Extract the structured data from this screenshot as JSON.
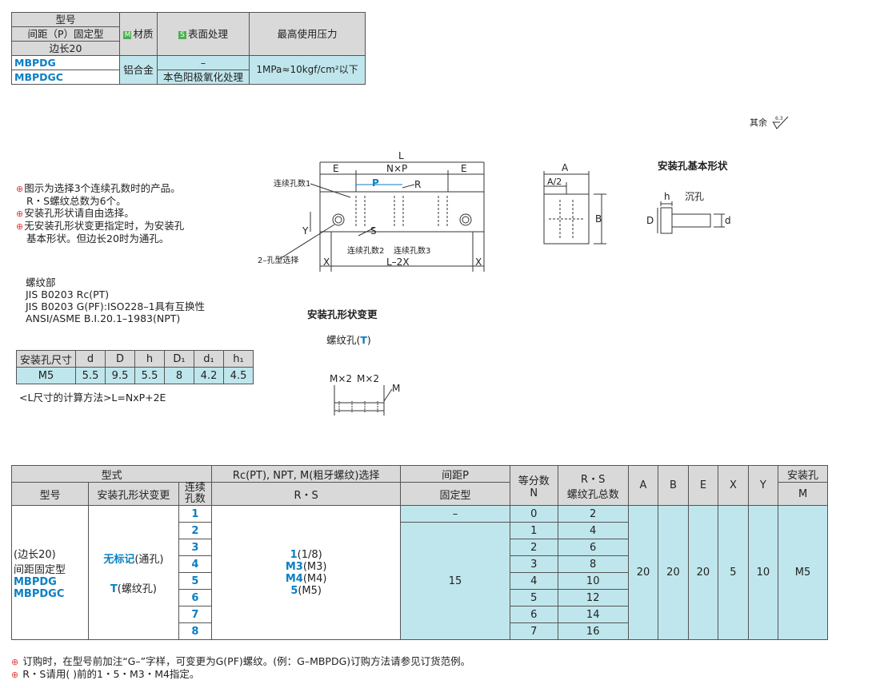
{
  "top_table": {
    "h_model": "型号",
    "h_pitch_fixed": "间距（P）固定型",
    "h_side20": "边长20",
    "h_material_mark": "M",
    "h_material": "材质",
    "h_surface_mark": "S",
    "h_surface": "表面处理",
    "h_pressure": "最高使用压力",
    "rows": [
      {
        "model": "MBPDG",
        "surface": "–"
      },
      {
        "model": "MBPDGC",
        "surface": "本色阳极氧化处理"
      }
    ],
    "material": "铝合金",
    "pressure": "1MPa≈10kgf/cm²以下"
  },
  "surface_roughness": {
    "label": "其余",
    "value": "6.3"
  },
  "notes": [
    {
      "bullet": true,
      "text": "图示为选择3个连续孔数时的产品。"
    },
    {
      "bullet": false,
      "text": "R・S螺纹总数为6个。"
    },
    {
      "bullet": true,
      "text": "安装孔形状请自由选择。"
    },
    {
      "bullet": true,
      "text": "无安装孔形状变更指定时，为安装孔"
    },
    {
      "bullet": false,
      "text": "基本形状。但边长20时为通孔。"
    }
  ],
  "thread_info": {
    "title": "螺纹部",
    "lines": [
      "JIS B0203 Rc(PT)",
      "JIS B0203 G(PF):ISO228–1具有互换性",
      "ANSI/ASME B.I.20.1–1983(NPT)"
    ]
  },
  "drawing_labels": {
    "L": "L",
    "E": "E",
    "NxP": "N×P",
    "P": "P",
    "R": "R",
    "S": "S",
    "Y": "Y",
    "X": "X",
    "L2X": "L–2X",
    "cont1": "连续孔数1",
    "cont2": "连续孔数2",
    "cont3": "连续孔数3",
    "hole2": "2–孔型选择",
    "A": "A",
    "A2": "A/2",
    "B": "B",
    "basic_shape_title": "安装孔基本形状",
    "h": "h",
    "counterbore": "沉孔",
    "D": "D",
    "d": "d",
    "change_title": "安装孔形状变更",
    "thread_hole": "螺纹孔(",
    "thread_hole_T": "T",
    "thread_hole_close": ")",
    "Mx2": "M×2",
    "M": "M"
  },
  "mount_table": {
    "headers": [
      "安装孔尺寸",
      "d",
      "D",
      "h",
      "D₁",
      "d₁",
      "h₁"
    ],
    "row": [
      "M5",
      "5.5",
      "9.5",
      "5.5",
      "8",
      "4.2",
      "4.5"
    ],
    "formula": "<L尺寸的计算方法>L=NxP+2E"
  },
  "main_table": {
    "h_type": "型式",
    "h_rc": "Rc(PT), NPT, M(粗牙螺纹)选择",
    "h_pitch": "间距P",
    "h_div": "等分数",
    "h_rs": "R・S",
    "h_A": "A",
    "h_B": "B",
    "h_E": "E",
    "h_X": "X",
    "h_Y": "Y",
    "h_mount": "安装孔",
    "h_model": "型号",
    "h_change": "安装孔形状变更",
    "h_cont": "连续孔数",
    "h_rs2": "R・S",
    "h_fixed": "固定型",
    "h_N": "N",
    "h_total": "螺纹孔总数",
    "h_M": "M",
    "model_lines": [
      "(边长20)",
      "间距固定型"
    ],
    "model_codes": [
      "MBPDG",
      "MBPDGC"
    ],
    "change_opt1_code": "无标记",
    "change_opt1_text": "(通孔)",
    "change_opt2_code": "T",
    "change_opt2_text": "(螺纹孔)",
    "cont": [
      "1",
      "2",
      "3",
      "4",
      "5",
      "6",
      "7",
      "8"
    ],
    "rs_options": [
      {
        "code": "1",
        "text": "(1/8)"
      },
      {
        "code": "M3",
        "text": "(M3)"
      },
      {
        "code": "M4",
        "text": "(M4)"
      },
      {
        "code": "5",
        "text": "(M5)"
      }
    ],
    "pitch_first": "–",
    "pitch_rest": "15",
    "N": [
      "0",
      "1",
      "2",
      "3",
      "4",
      "5",
      "6",
      "7"
    ],
    "total": [
      "2",
      "4",
      "6",
      "8",
      "10",
      "12",
      "14",
      "16"
    ],
    "A": "20",
    "B": "20",
    "E": "20",
    "X": "5",
    "Y": "10",
    "M": "M5"
  },
  "footnotes": [
    "订购时，在型号前加注“G–”字样，可变更为G(PF)螺纹。(例：G–MBPDG)订购方法请参见订货范例。",
    "R・S请用(  )前的1・5・M3・M4指定。"
  ]
}
